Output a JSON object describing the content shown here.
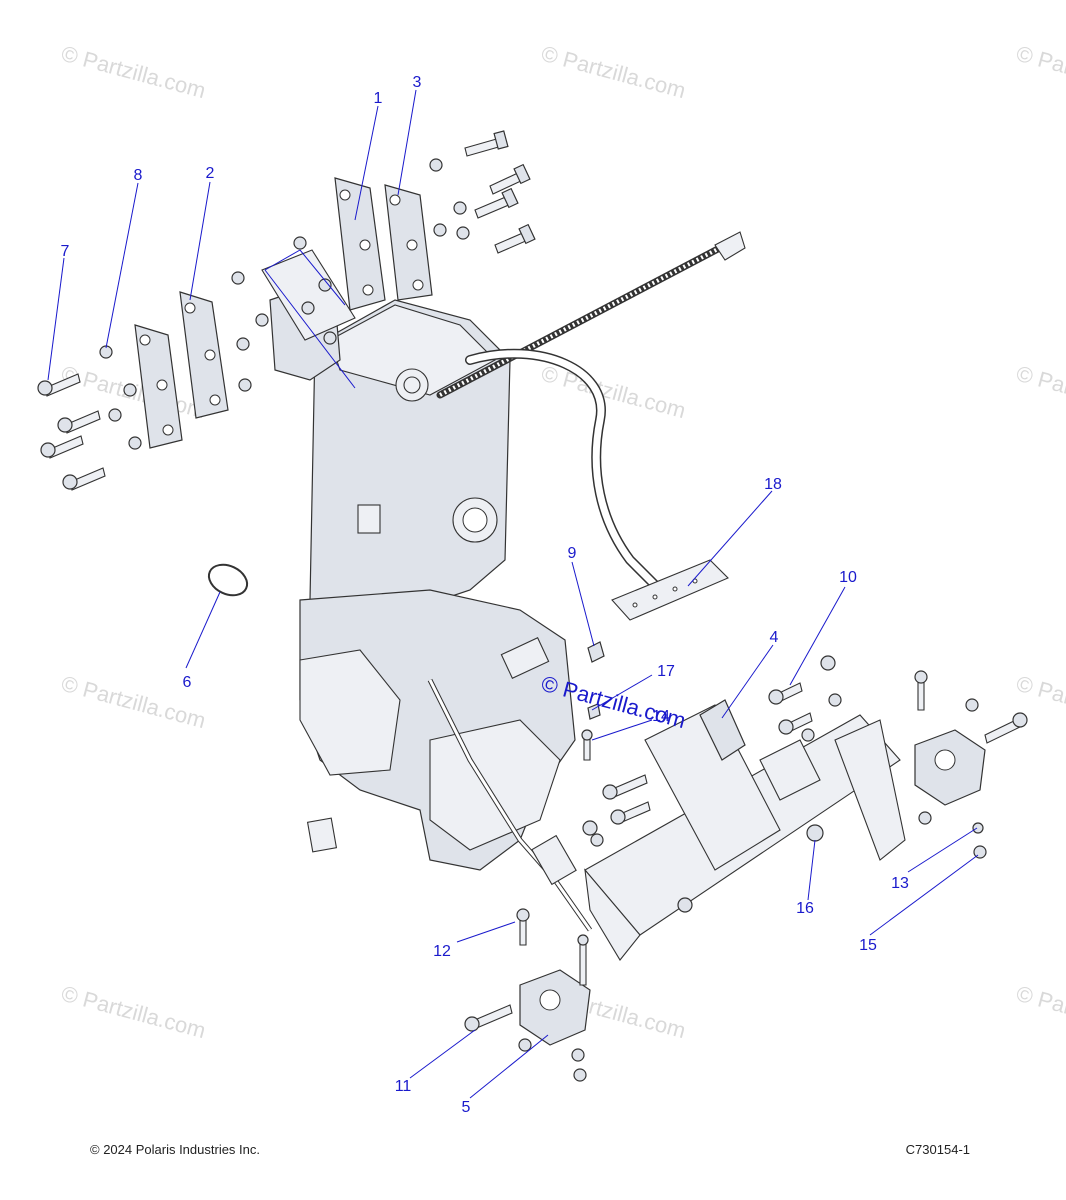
{
  "watermark": {
    "text": "© Partzilla.com",
    "center_text": "© Partzilla.com"
  },
  "callouts": [
    {
      "label": "1"
    },
    {
      "label": "2"
    },
    {
      "label": "3"
    },
    {
      "label": "4"
    },
    {
      "label": "5"
    },
    {
      "label": "6"
    },
    {
      "label": "7"
    },
    {
      "label": "8"
    },
    {
      "label": "9"
    },
    {
      "label": "10"
    },
    {
      "label": "11"
    },
    {
      "label": "12"
    },
    {
      "label": "13"
    },
    {
      "label": "14"
    },
    {
      "label": "15"
    },
    {
      "label": "16"
    },
    {
      "label": "17"
    },
    {
      "label": "18"
    }
  ],
  "footer": {
    "copyright": "© 2024 Polaris Industries Inc.",
    "figure_id": "C730154-1"
  },
  "colors": {
    "callout": "#1a1acc",
    "part_fill": "#dfe3ea",
    "outline": "#333333",
    "watermark": "#d9d9d9"
  }
}
